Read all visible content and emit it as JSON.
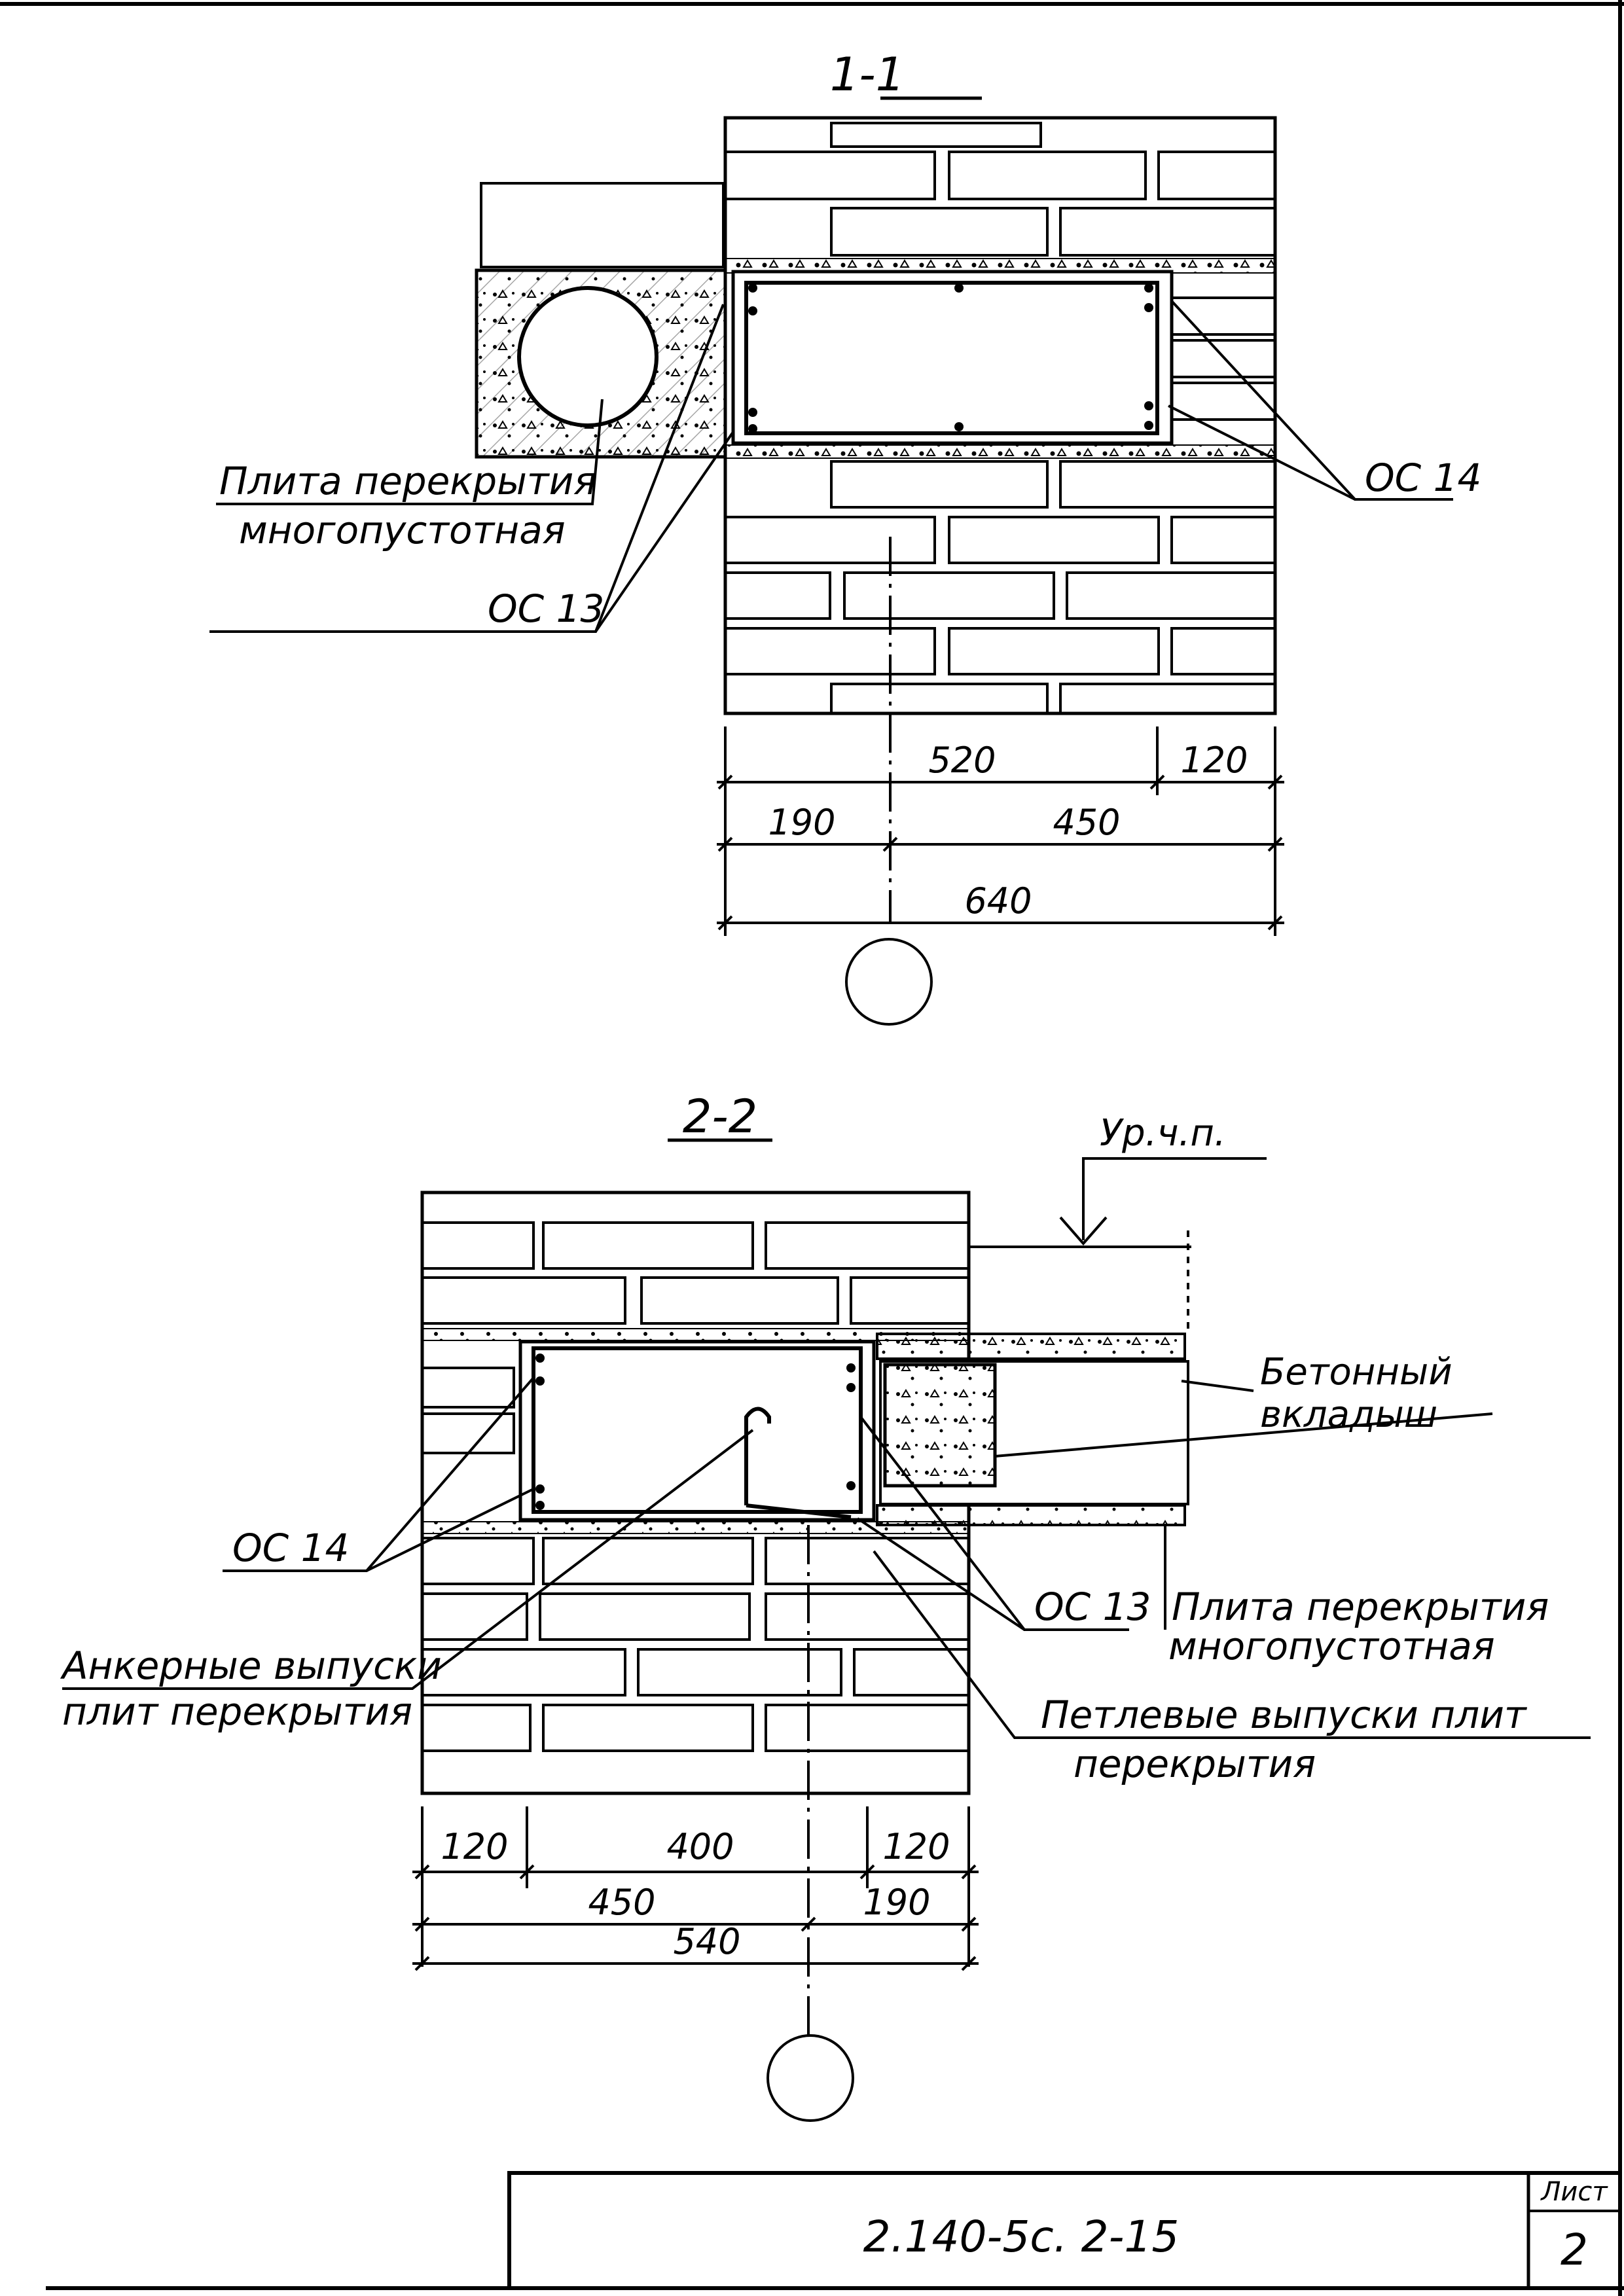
{
  "section_1_1": {
    "title": "1-1",
    "labels": {
      "slab": "Плита перекрытия",
      "slab_type": "многопустотная",
      "frame_oc13": "ОС 13",
      "frame_oc14": "ОС 14"
    },
    "dimensions": {
      "d520": "520",
      "d120": "120",
      "d190": "190",
      "d450": "450",
      "d640": "640"
    }
  },
  "section_2_2": {
    "title": "2-2",
    "labels": {
      "floor_level": "Ур.ч.п.",
      "concrete_insert_1": "Бетонный",
      "concrete_insert_2": "вкладыш",
      "frame_oc14": "ОС 14",
      "frame_oc13": "ОС 13",
      "slab": "Плита перекрытия",
      "slab_type": "многопустотная",
      "anchor_1": "Анкерные выпуски",
      "anchor_2": "плит перекрытия",
      "loop_1": "Петлевые выпуски плит",
      "loop_2": "перекрытия"
    },
    "dimensions": {
      "d120a": "120",
      "d400": "400",
      "d120b": "120",
      "d450": "450",
      "d190": "190",
      "d540": "540"
    }
  },
  "title_block": {
    "document_code": "2.140-5с. 2-15",
    "sheet_label": "Лист",
    "sheet_number": "2"
  }
}
